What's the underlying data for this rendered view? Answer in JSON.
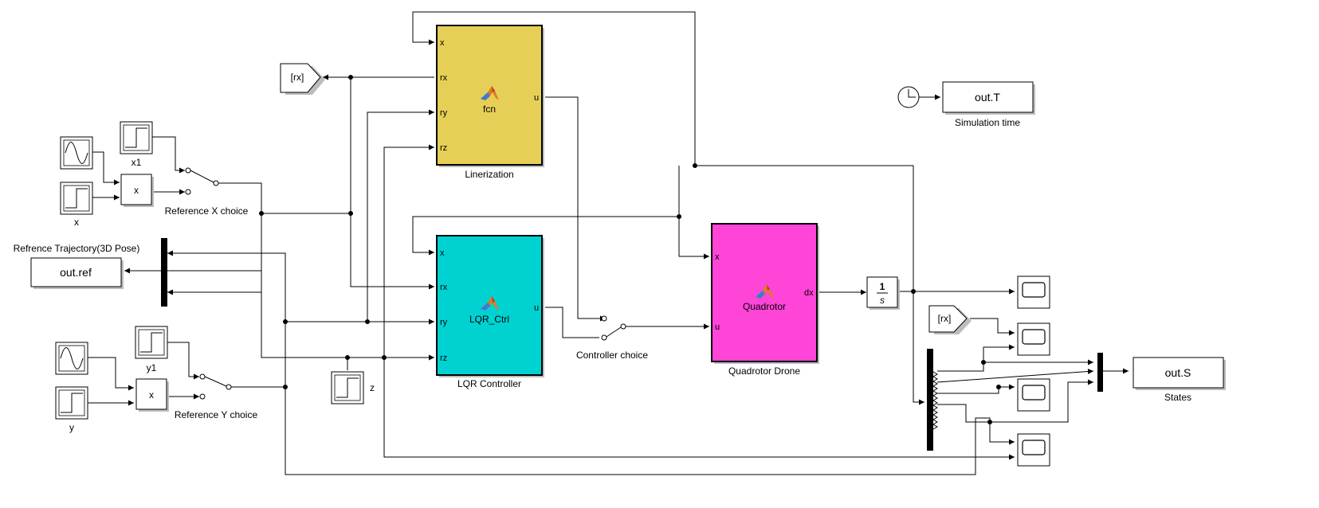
{
  "colors": {
    "linearization": "#E6CF57",
    "lqr": "#00D2D2",
    "drone": "#FF44D8",
    "line": "#000000"
  },
  "blocks": {
    "linearization": {
      "name": "Linerization",
      "fn_label": "fcn",
      "in_ports": [
        "x",
        "rx",
        "ry",
        "rz"
      ],
      "out_port": "u"
    },
    "lqr": {
      "name": "LQR Controller",
      "fn_label": "LQR_Ctrl",
      "in_ports": [
        "x",
        "rx",
        "ry",
        "rz"
      ],
      "out_port": "u"
    },
    "drone": {
      "name": "Quadrotor Drone",
      "fn_label": "Quadrotor",
      "in_ports": [
        "x",
        "u"
      ],
      "out_port": "dx"
    },
    "integrator": {
      "numerator": "1",
      "denominator": "s"
    },
    "goto_rx": {
      "tag": "[rx]"
    },
    "from_rx": {
      "tag": "[rx]"
    },
    "sim_time": {
      "value": "out.T",
      "caption": "Simulation time"
    },
    "ref_out": {
      "value": "out.ref",
      "caption": "Refrence Trajectory(3D Pose)"
    },
    "states_out": {
      "value": "out.S",
      "caption": "States"
    },
    "x_step": {
      "name": "x"
    },
    "x1_step": {
      "name": "x1"
    },
    "y_step": {
      "name": "y"
    },
    "y1_step": {
      "name": "y1"
    },
    "z_step": {
      "name": "z"
    },
    "product_x": {
      "symbol": "x"
    },
    "product_y": {
      "symbol": "x"
    },
    "switch_x": {
      "name": "Reference X choice"
    },
    "switch_y": {
      "name": "Reference Y choice"
    },
    "switch_ctrl": {
      "name": "Controller choice"
    }
  },
  "icons": [
    "sine-wave-icon",
    "step-icon",
    "clock-icon",
    "scope-icon",
    "matlab-function-icon"
  ]
}
